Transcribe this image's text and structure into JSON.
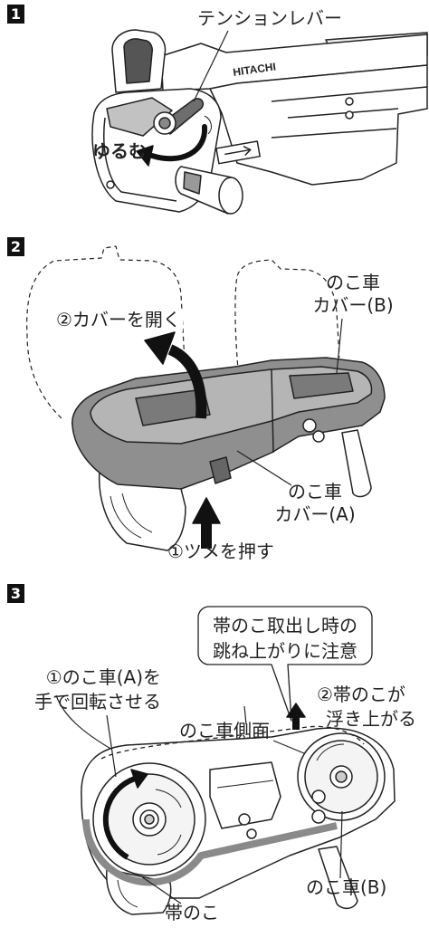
{
  "step1": {
    "number": "1",
    "tension_lever_label": "テンションレバー",
    "loosen_label": "ゆるむ",
    "brand_lettering": "HITACHI"
  },
  "step2": {
    "number": "2",
    "wheel_cover_b_label": [
      "のこ車",
      "カバー(B)"
    ],
    "open_cover_label": "②カバーを開く",
    "wheel_cover_a_label": [
      "のこ車",
      "カバー(A)"
    ],
    "push_latch_label": "①ツメを押す"
  },
  "step3": {
    "number": "3",
    "caution_callout": [
      "帯のこ取出し時の",
      "跳ね上がりに注意"
    ],
    "rotate_wheel_a_label": [
      "①のこ車(A)を",
      "手で回転させる"
    ],
    "blade_lifts_label": [
      "②帯のこが",
      "浮き上がる"
    ],
    "wheel_side_label": "のこ車側面",
    "wheel_b_label": "のこ車(B)",
    "blade_label": "帯のこ"
  },
  "colors": {
    "ink": "#222222",
    "cover_shade": "#8f8f8f",
    "marker": "#111111"
  }
}
